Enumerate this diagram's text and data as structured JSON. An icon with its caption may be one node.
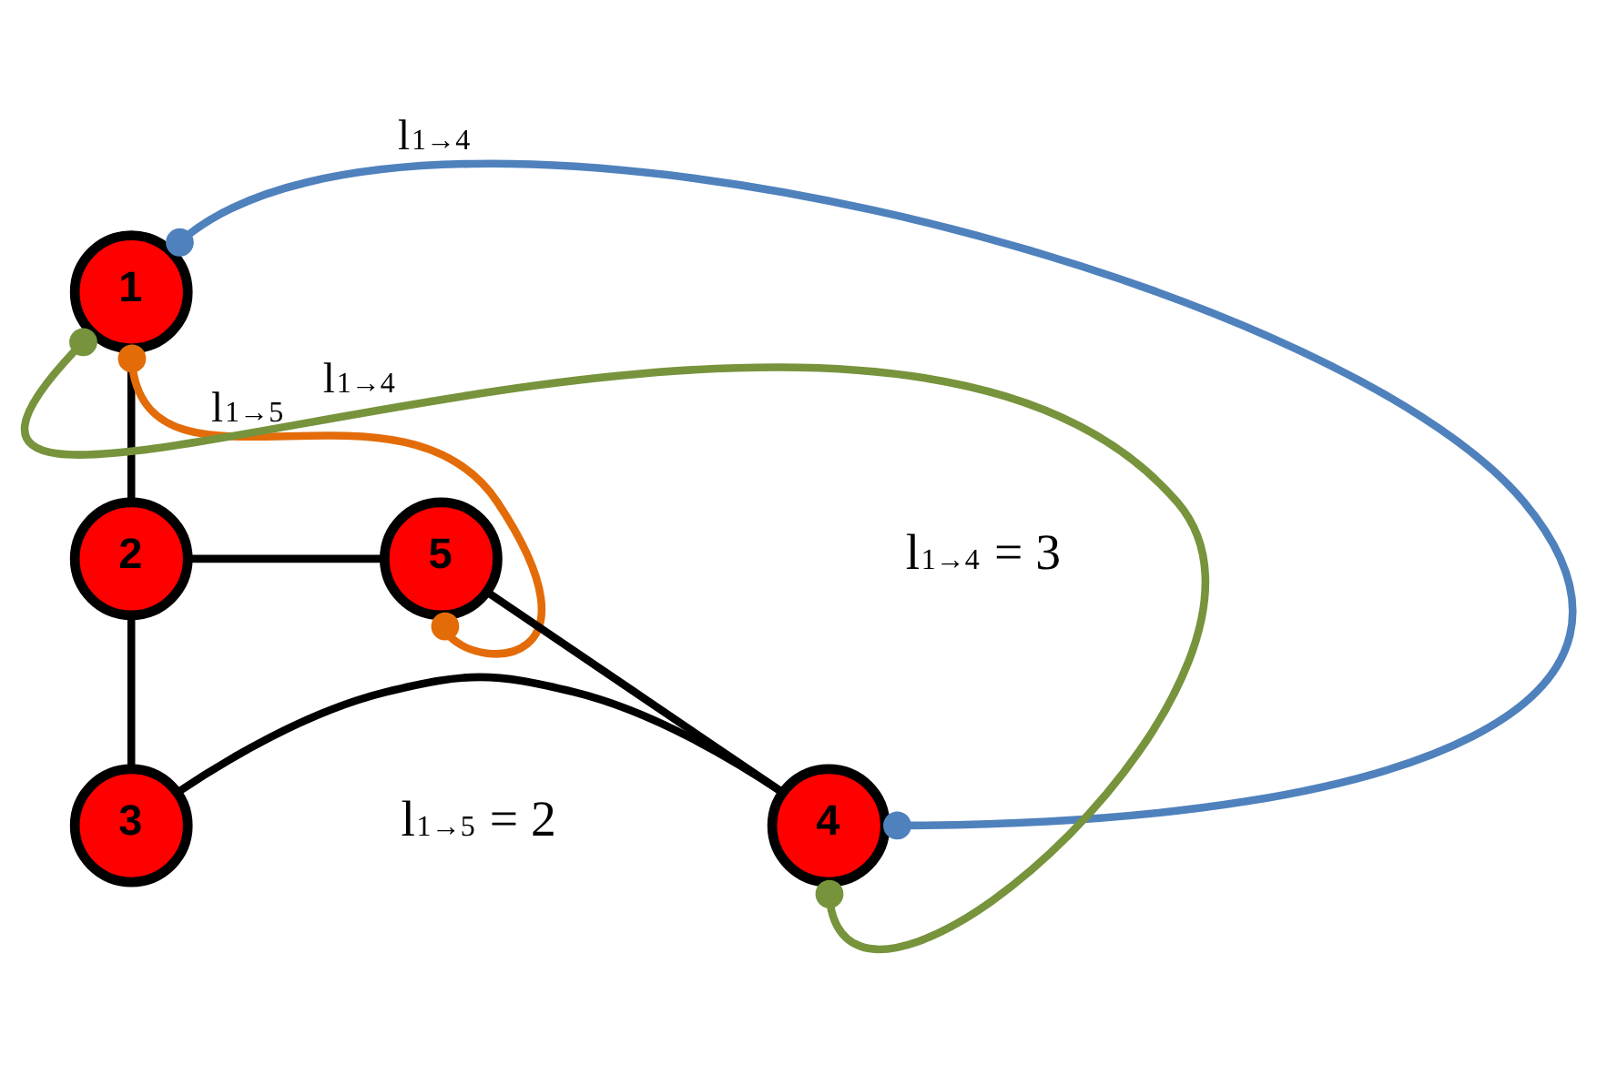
{
  "diagram": {
    "nodes": [
      {
        "text": [
          "1"
        ]
      },
      {
        "text": [
          "2"
        ]
      },
      {
        "text": [
          "5"
        ]
      },
      {
        "text": [
          "3"
        ]
      },
      {
        "text": [
          "4"
        ]
      }
    ],
    "edges": [
      {
        "from": 0,
        "to": 1,
        "arrow": "none"
      },
      {
        "from": 1,
        "to": 2,
        "arrow": "none"
      },
      {
        "from": 1,
        "to": 3,
        "arrow": "none"
      },
      {
        "from": 2,
        "to": 4,
        "arrow": "none"
      },
      {
        "from": 3,
        "to": 4,
        "arrow": "none"
      },
      {
        "from": 0,
        "to": 4,
        "arrow": "other",
        "color": "#4f81bd",
        "label": "l$_{1→4}$"
      },
      {
        "from": 0,
        "to": 2,
        "arrow": "other",
        "color": "#e36c09",
        "label": "l$_{1→5}$"
      },
      {
        "from": 0,
        "to": 4,
        "arrow": "other",
        "color": "#77933c",
        "label": "l$_{1→4}$"
      }
    ],
    "labels": [
      "l$_{1→4}$ = 3",
      "l$_{1→5}$ = 2"
    ]
  }
}
